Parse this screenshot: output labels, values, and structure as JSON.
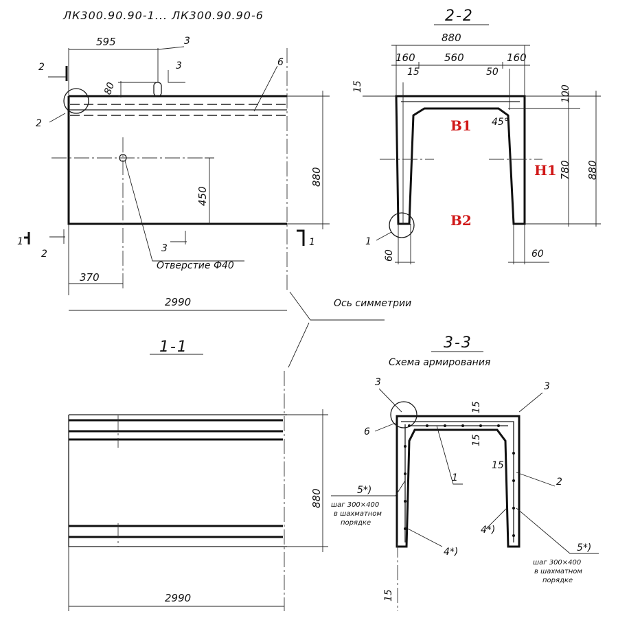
{
  "header": {
    "title": "ЛК300.90.90-1... ЛК300.90.90-6"
  },
  "sections": {
    "s22": "2-2",
    "s11": "1-1",
    "s33": "3-3",
    "s33_sub": "Схема армирования"
  },
  "view_top": {
    "dims": {
      "d595": "595",
      "d80": "80",
      "d880": "880",
      "d450": "450",
      "d370": "370",
      "d2990": "2990"
    },
    "marks": {
      "m1a": "1",
      "m1b": "1",
      "m2a": "2",
      "m2b": "2",
      "m2c": "2",
      "m3a": "3",
      "m3b": "3",
      "m3c": "3",
      "m6": "6"
    },
    "notes": {
      "hole": "Отверстие Ф40",
      "axis": "Ось симметрии"
    }
  },
  "view_22": {
    "dims": {
      "d880top": "880",
      "d160a": "160",
      "d560": "560",
      "d160b": "160",
      "d15a": "15",
      "d15b": "15",
      "d50": "50",
      "d100": "100",
      "d45": "45°",
      "d780": "780",
      "d880r": "880",
      "d60a": "60",
      "d60b": "60"
    },
    "marks": {
      "m1": "1"
    },
    "annotations": {
      "b1": "B1",
      "h1": "H1",
      "b2": "B2"
    }
  },
  "view_11": {
    "dims": {
      "d880": "880",
      "d2990": "2990"
    }
  },
  "view_33": {
    "dims": {
      "d15a": "15",
      "d15b": "15",
      "d15c": "15",
      "d15d": "15"
    },
    "marks": {
      "m3a": "3",
      "m3b": "3",
      "m6": "6",
      "m1": "1",
      "m2": "2",
      "m5a": "5*)",
      "m5b": "5*)",
      "m4a": "4*)",
      "m4b": "4*)"
    },
    "notes": {
      "step_l1": "шаг 300×400",
      "step_l2": "в шахматном",
      "step_l3": "порядке",
      "step_r1": "шаг 300×400",
      "step_r2": "в шахматном",
      "step_r3": "порядке"
    }
  }
}
